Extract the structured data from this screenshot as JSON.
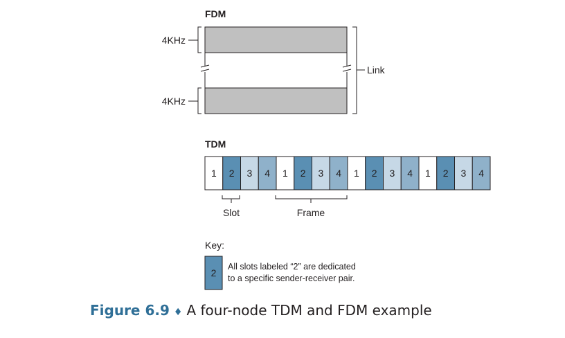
{
  "fdm": {
    "title": "FDM",
    "band_top_label": "4KHz",
    "band_bottom_label": "4KHz",
    "link_label": "Link"
  },
  "tdm": {
    "title": "TDM",
    "slots": [
      "1",
      "2",
      "3",
      "4",
      "1",
      "2",
      "3",
      "4",
      "1",
      "2",
      "3",
      "4",
      "1",
      "2",
      "3",
      "4"
    ],
    "slot_label": "Slot",
    "frame_label": "Frame"
  },
  "key": {
    "title": "Key:",
    "sample_slot": "2",
    "line1": "All slots labeled “2” are dedicated",
    "line2": "to a specific sender-receiver pair."
  },
  "colors": {
    "band_fill": "#c0c0c0",
    "slot_1": "#ffffff",
    "slot_2": "#5a8fb3",
    "slot_3": "#c6d8e6",
    "slot_4": "#8fb1ca",
    "accent": "#2f6f97"
  },
  "caption": {
    "figure": "Figure 6.9",
    "separator": "♦",
    "text": "A four-node TDM and FDM example"
  }
}
